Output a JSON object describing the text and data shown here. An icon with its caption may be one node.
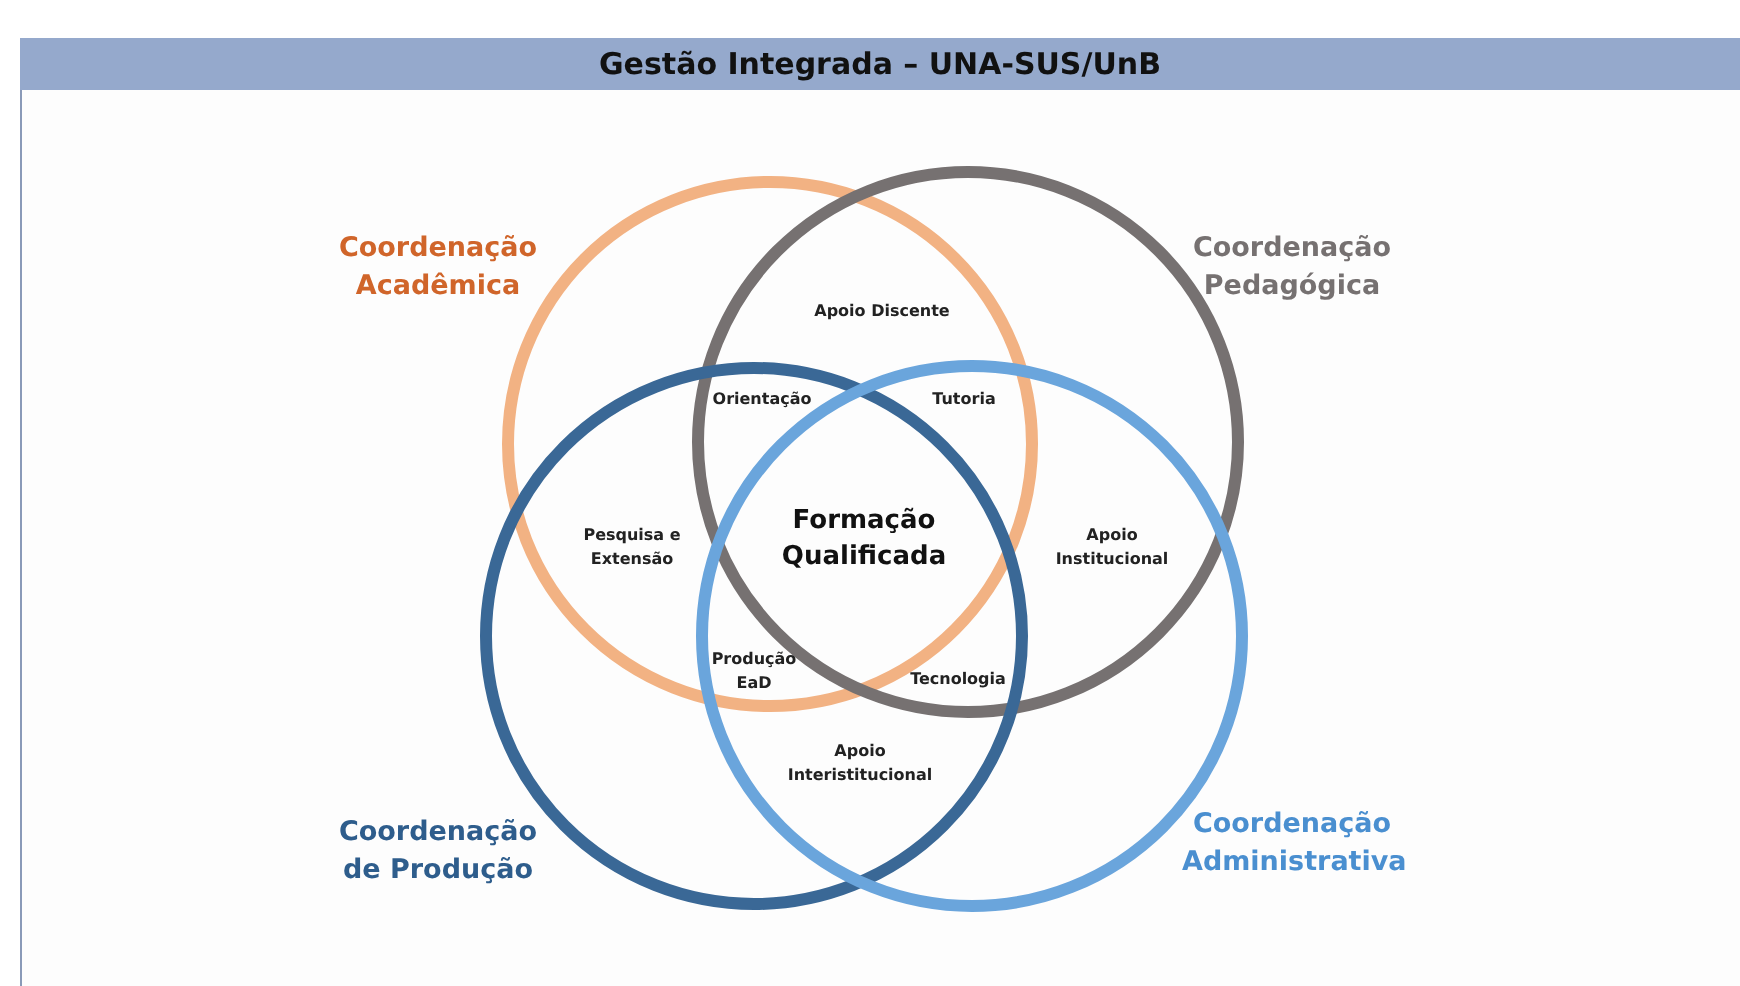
{
  "diagram": {
    "title": "Gestão Integrada – UNA-SUS/UnB",
    "nodes": [
      {
        "text": [
          "Coordenação Acadêmica"
        ]
      },
      {
        "text": [
          "Coordenação Pedagógica"
        ]
      },
      {
        "text": [
          "Coordenação de Produção"
        ]
      },
      {
        "text": [
          "Coordenação Administrativa"
        ]
      }
    ],
    "labels": [
      "Apoio Discente",
      "Orientação",
      "Tutoria",
      "Pesquisa e Extensão",
      "Formação Qualificada",
      "Apoio Institucional",
      "Produção EaD",
      "Tecnologia",
      "Apoio Interistitucional"
    ]
  }
}
